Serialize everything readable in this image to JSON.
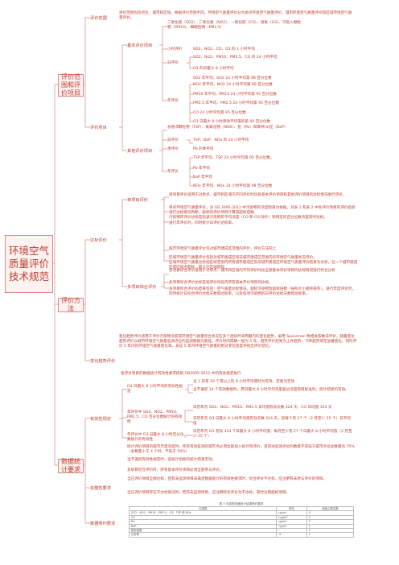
{
  "root": "环境空气质量评价技术规范",
  "sections": {
    "scope": "评价范围和评价项目",
    "method": "评价方法",
    "rule": "数据统计要求"
  },
  "scope_range": {
    "label": "评价范围",
    "text": "评价范围包括点位、城市和区域，根据评价范围不同，环境空气质量评价分为单点环境空气质量评价、城市环境空气质量评价和区域环境空气质量评价。"
  },
  "items": {
    "label": "评价项目",
    "basic": {
      "label": "基本评价项目",
      "desc": "二氧化硫（SO2）、二氧化氮（NO2）、一氧化碳（CO）、臭氧（O3）、可吸入颗粒物（PM10）、细颗粒物（PM2.5）",
      "hour": {
        "label": "小时评价",
        "items": [
          "SO2、NO2、CO、O3 的 1 小时平均"
        ]
      },
      "day": {
        "label": "日评价",
        "items": [
          "SO2、NO2、PM10、PM2.5、CO 的 24 小时平均",
          "O3 的日最大 8 小时平均"
        ]
      },
      "year": {
        "label": "年评价",
        "items": [
          "SO2 年平均、SO2 24 小时平均第 98 百分位数",
          "NO2 年平均、NO2 24 小时平均第 98 百分位数",
          "PM10 年平均、PM10 24 小时平均第 95 百分位数",
          "PM2.5 年平均、PM2.5 24 小时平均第 95 百分位数",
          "CO 24 小时平均第 95 百分位数",
          "O3 日最大 8 小时滑动平均值的第 90 百分位数"
        ]
      }
    },
    "other": {
      "label": "其他评价项目",
      "desc": "总悬浮颗粒物（TSP）、氮氧化物（NOX）、铅（Pb）和苯并[a]芘（BaP）",
      "day": {
        "label": "日评价",
        "items": [
          "TSP、BaP、NOx 的 24 小时平均"
        ]
      },
      "season": {
        "label": "季评价",
        "items": [
          "Pb 的季平均"
        ]
      },
      "year": {
        "label": "年评价",
        "items": [
          "TSP 年平均、TSP 24 小时平均第 95 百分位数。",
          "Pb 年平均",
          "BaP 年平均",
          "NOx 年平均、NOx 24 小时平均第 98 百分位数"
        ]
      }
    }
  },
  "method": {
    "standard": {
      "label": "达标评价",
      "single": {
        "label": "单项目评价",
        "texts": [
          "单项目评价适用于对单点、城市和区域内不同评价时段各基本评价项目和其他评价项目的达标情况进行评价。",
          "单点环境空气质量评价，对 GB 3095-2012 中污染物的浓度限值为依据，对表 1 和表 2 中各评价项目的评价指标进行达标情况判断。超标的评价项目计算其超标倍数。\n污染物年评价达标是指该污染物年平均浓度（CO 和 O3 除外）和特定的百分位数浓度同时达标。\n进行年评价时，同时统计日评价达标率。",
          "城市环境空气质量评价仅对城市建成区范围的评价，评价方法同上",
          "区域环境空气质量评价包括对城市建成区和非城市建成区范围内的环境空气质量状况评价。\n区域环境空气质量达标指区域范围内所有城市建成区及非城市建成区环境空气质量评价结果为达标，任一个城市建成区或区域点超标，即认为区域超标"
        ]
      },
      "multi": {
        "label": "多项目综合评价",
        "texts": [
          "多项目综合评价适用于对单点、城市和区域内不同评价时段全部基本评价项目的达标情况进行综合分析",
          "多项目综合评价达标是指评价时段内所有基本评价项目均达标。",
          "多项目综合评价的结果包括：空气质量达标情况、超标污染物及超标倍数（按照大小顺序排列），进行年度评价时，同时统计日综合评价达标天数和达标率，以及各项污染物的日评价达标天数和达标率。"
        ]
      }
    },
    "trend": {
      "label": "变化趋势评价",
      "text": "变化趋势评价适用于评价污染物浓度或环境空气质量综合状况在多个连续时间周期内的变化趋势，采用 Spearman 秩相关系数法评价。随着变化趋势评价以城市环境空气质量监测点位的监测数据为基础，评价时间周期一般为 5 年，趋势评价结果为上升趋势，下降趋势或无显著变化。同时评价 5 年内的环境空气质量变化率，表征 5 年内环境空气质量的相对变化程度并给出评价结论。"
    }
  },
  "rules": {
    "top": "各评价项目的数据统计有效性要求按照 GB3095-2012 中的有关规定执行",
    "validity": {
      "label": "有效性规定",
      "o3_8h": {
        "label": "O3 日最大 8 小时平均的有效性规定",
        "texts": [
          "当 1 日有 20 个或以上的 8 小时平均值时为有效，否则为无效",
          "当不满足 14 个有效数据时，若日最大 8 小时平均浓度超过浓度限值标准时，统计结果仍有效。"
        ]
      },
      "percentile": {
        "label": "年评价中 SO2、NO2、PM10、PM2.5、CO 百分位数统计的有效性",
        "texts": [
          "日历年内 SO2、NO2、PM10、PM2.5 日均值有效天数 324 天、CO 日均值 324 天",
          "日历年内 O3 日最大 8 小时平均值有效天数 324 天，且每个月 27 个（2 月至少 25 个）日平均值"
        ]
      },
      "o3_year": {
        "label": "年评价中 O3 日最大 8 小时百分位数统计的有效性",
        "texts": [
          "日历年内 O3 有效 324 个日最大 8 小时平均值，每月至少有 27 个日最大 8 小时平均值（2 月至少 25 个）"
        ]
      },
      "stat": "统计评价项目的城市尺度浓度时，所有有效监测的城市点必须全部加入统计和评价，且有效监测点位的数量不得低于城市点位总数量的 75%（总数量小于 4 个时，不低于 50%）",
      "not_met": "当不满足有效性规定时，该统计指标的统计结果无效。"
    },
    "complete": {
      "label": "完整性要求",
      "texts": [
        "多项目综合评价时，所有基本评价项目必须全部参与评价。",
        "当已评价项目全部达标，但有未监测项目未满足数据统计的有效性要求时，综合评价不达标，应注明有未参与评价的项目。",
        "当已评价项目存在不达标情况时，若有未监测项目，应注明综合评价为不达标，同时注明超标项目。"
      ]
    },
    "rounding": {
      "label": "数据修约要求",
      "table": {
        "title": "表 3 污染物浓度统计结果修约要求",
        "headers": [
          "污染物",
          "单位",
          "保留小数位数"
        ],
        "rows": [
          [
            "SO2、NO2、PM10、PM2.5、O3、TSP 和 NOx",
            "μg/m³",
            "0"
          ],
          [
            "CO",
            "mg/m³",
            "1"
          ],
          [
            "Pb",
            "μg/m³",
            "2"
          ],
          [
            "BaP",
            "ng/m³",
            "1"
          ],
          [
            "超标倍数",
            "-",
            "2"
          ],
          [
            "达标率",
            "%",
            "1"
          ]
        ]
      }
    }
  }
}
